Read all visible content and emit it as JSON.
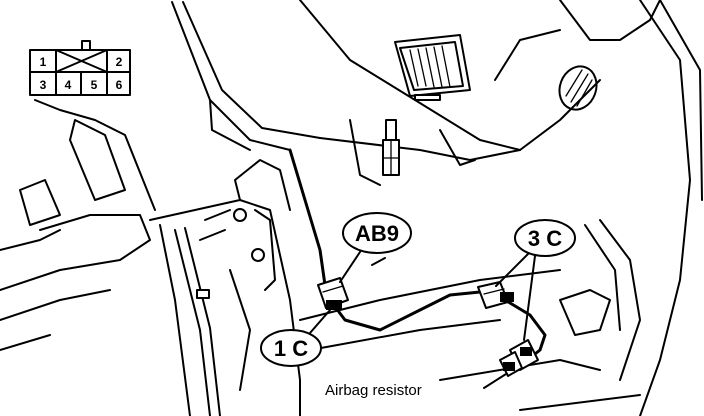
{
  "pin_grid": {
    "top_row": [
      "1",
      "2"
    ],
    "bottom_row": [
      "3",
      "4",
      "5",
      "6"
    ]
  },
  "callouts": {
    "ab9": "AB9",
    "c3": "3 C",
    "c1": "1 C"
  },
  "caption": "Airbag resistor"
}
